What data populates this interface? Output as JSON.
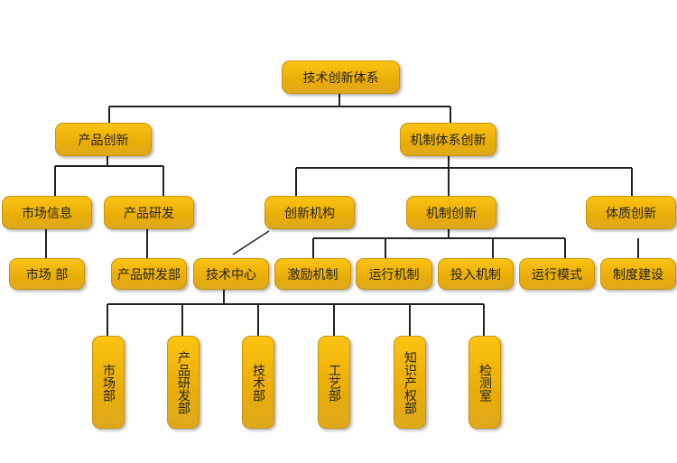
{
  "root": "技术创新体系",
  "level1": [
    "产品创新",
    "机制体系创新"
  ],
  "level2": [
    "市场信息",
    "产品研发",
    "创新机构",
    "机制创新",
    "体质创新"
  ],
  "level3": [
    "市场 部",
    "产品研发部",
    "技术中心",
    "激励机制",
    "运行机制",
    "投入机制",
    "运行模式",
    "制度建设"
  ],
  "level4": [
    "市场部",
    "产品研发部",
    "技术部",
    "工艺部",
    "知识产权部",
    "检测室"
  ],
  "colors": {
    "node": "#f5b80c",
    "border": "#c9940a",
    "line": "#222222"
  }
}
